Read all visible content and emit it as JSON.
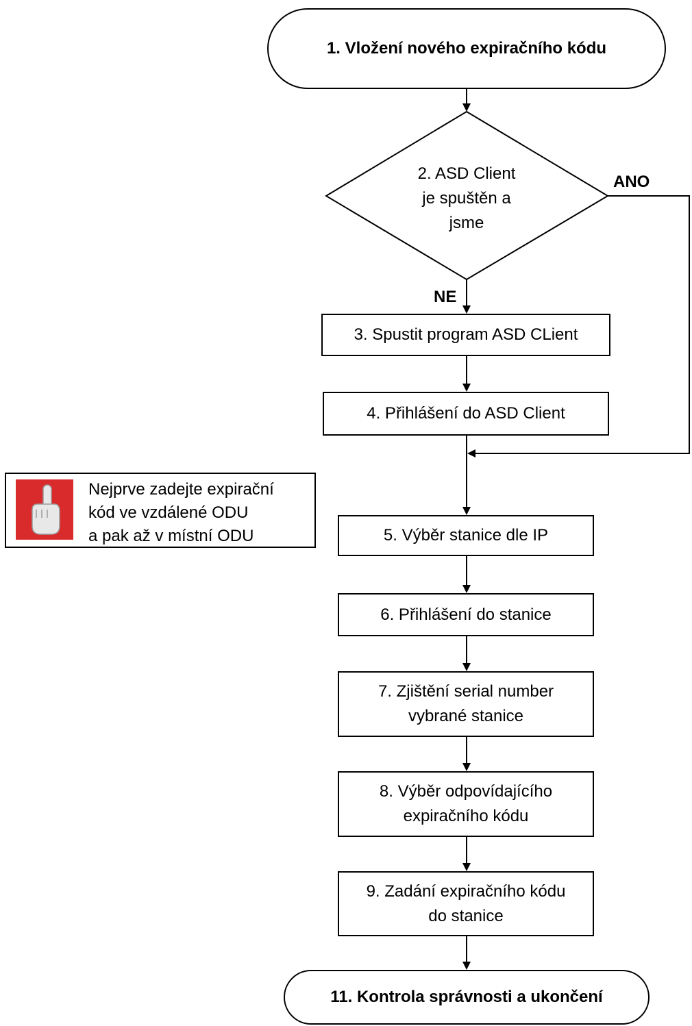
{
  "nodes": {
    "start": "1. Vložení nového expiračního kódu",
    "decision": "2. ASD Client\nje spuštěn a\njsme",
    "step3": "3. Spustit program ASD CLient",
    "step4": "4. Přihlášení do ASD Client",
    "step5": "5. Výběr stanice dle IP",
    "step6": "6. Přihlášení do stanice",
    "step7": "7. Zjištění serial number\nvybrané stanice",
    "step8": "8. Výběr odpovídajícího\nexpiračního kódu",
    "step9": "9. Zadání expiračního kódu\ndo stanice",
    "end": "11. Kontrola správnosti a ukončení"
  },
  "edge_labels": {
    "yes": "ANO",
    "no": "NE"
  },
  "note": {
    "text": "Nejprve zadejte expirační\nkód ve vzdálené ODU\na pak až v místní ODU",
    "icon": "pointing-hand-icon",
    "icon_color": "#d92b2b"
  }
}
